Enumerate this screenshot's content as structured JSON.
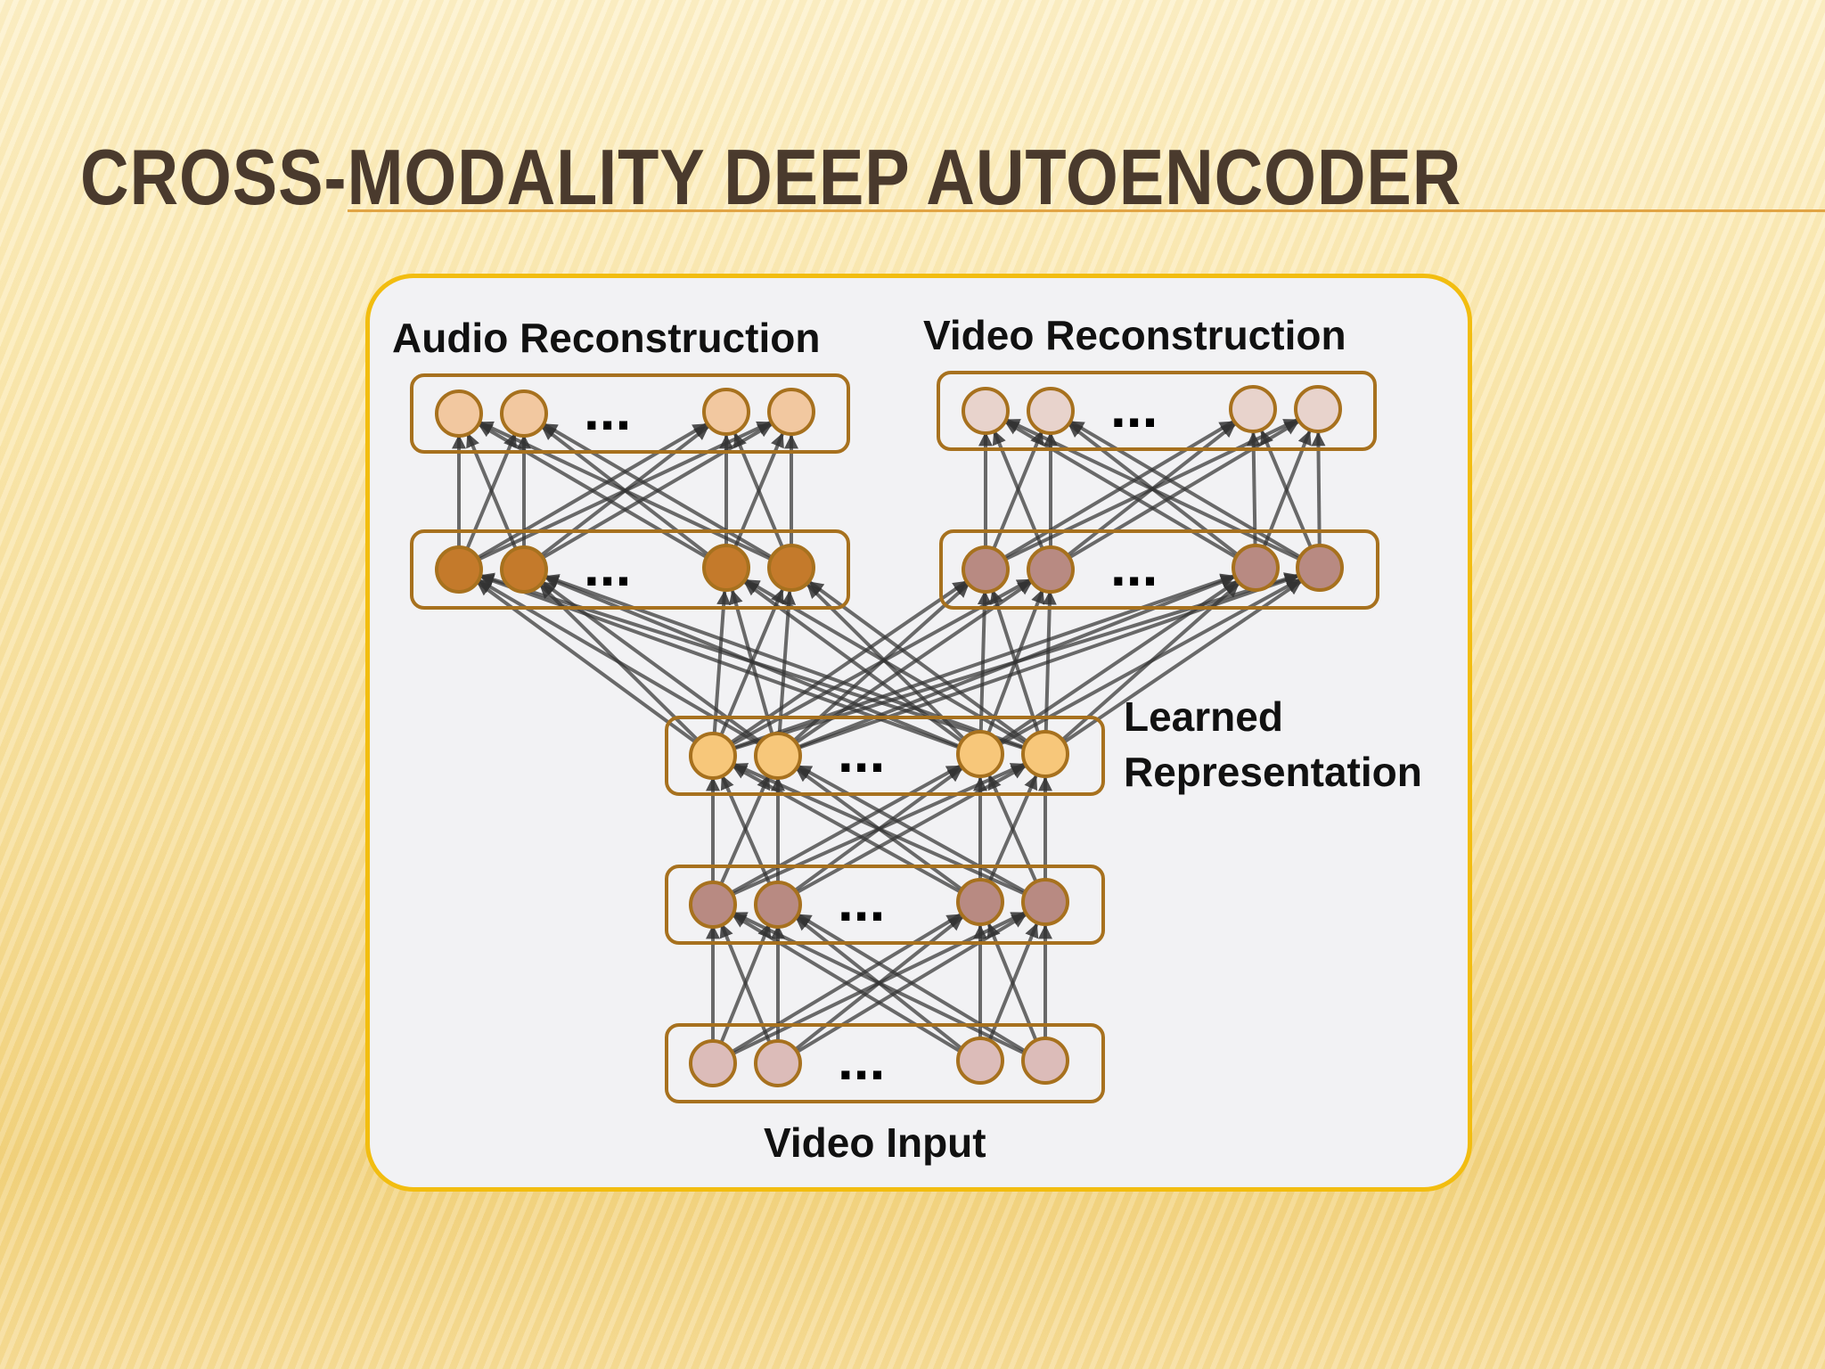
{
  "slide": {
    "title": "CROSS-MODALITY DEEP AUTOENCODER"
  },
  "diagram": {
    "labels": {
      "audio_reconstruction": "Audio Reconstruction",
      "video_reconstruction": "Video Reconstruction",
      "learned_line1": "Learned",
      "learned_line2": "Representation",
      "video_input": "Video Input"
    },
    "ellipsis": "...",
    "colors": {
      "card_border": "#f2bd10",
      "layer_border": "#a7711e",
      "audio_output_node": "#f2c8a0",
      "audio_hidden_node": "#c47a2b",
      "video_output_node": "#e8d3cc",
      "video_hidden_node": "#b88a82",
      "shared_node": "#f7c77a",
      "video_input_hidden_node": "#b88a82",
      "video_input_node": "#dcbcb9"
    }
  }
}
